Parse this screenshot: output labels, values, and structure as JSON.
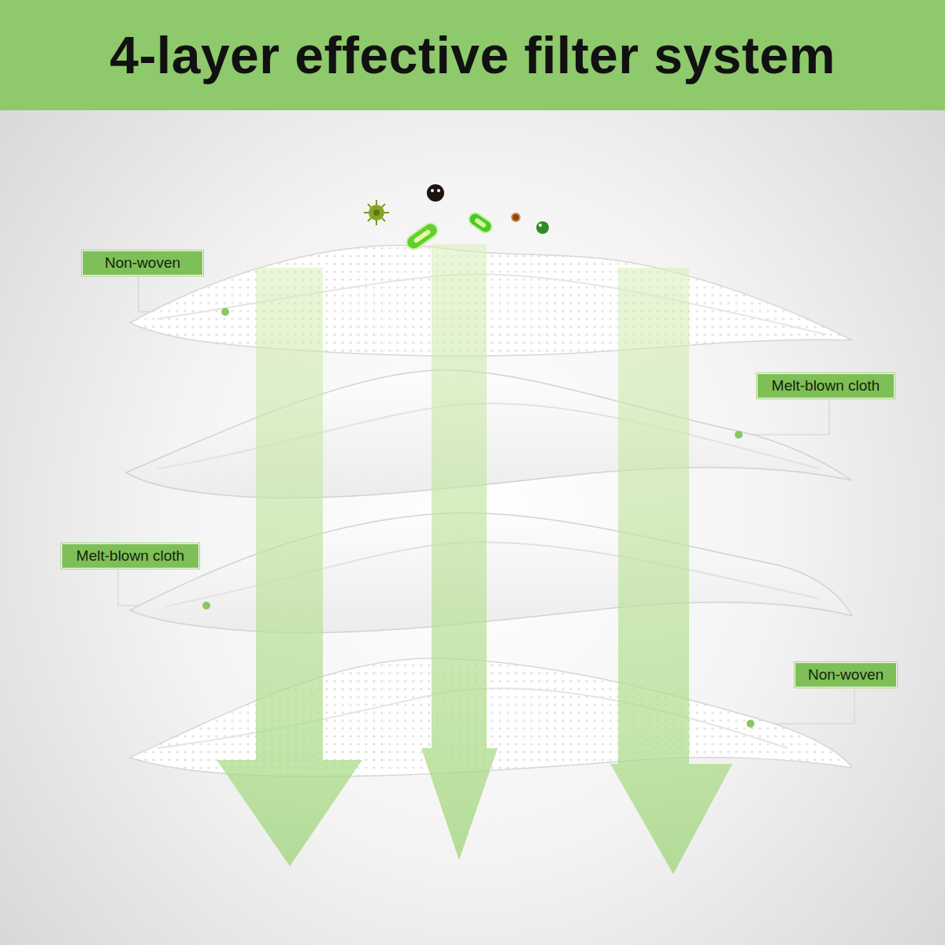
{
  "diagram": {
    "title": "4-layer effective filter system",
    "nodes": [
      {
        "text": [
          "Non-woven"
        ]
      },
      {
        "text": [
          "Melt-blown cloth"
        ]
      },
      {
        "text": [
          "Melt-blown cloth"
        ]
      },
      {
        "text": [
          "Non-woven"
        ]
      }
    ]
  }
}
